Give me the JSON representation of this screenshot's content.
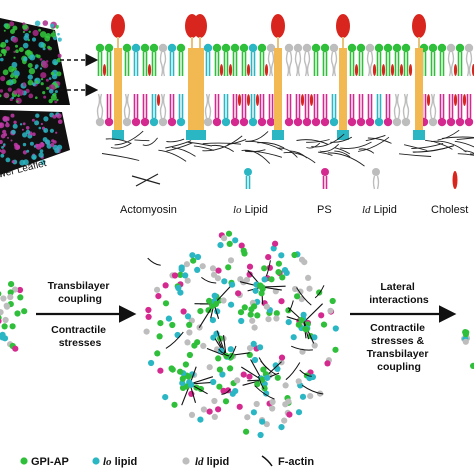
{
  "panel_a": {
    "leaflet_label": "ower Leaflet",
    "legend": {
      "actomyosin": "Actomyosin",
      "lo_italic": "lo",
      "lo_text": " Lipid",
      "ps": "PS",
      "ld_italic": "ld",
      "ld_text": " Lipid",
      "cholesterol": "Cholest"
    }
  },
  "panel_b": {
    "arrow1_top": [
      "Transbilayer",
      "coupling"
    ],
    "arrow1_bottom": [
      "Contractile",
      "stresses"
    ],
    "arrow2_top": [
      "Lateral",
      "interactions"
    ],
    "arrow2_bottom": [
      "Contractile",
      "stresses &",
      "Transbilayer",
      "coupling"
    ]
  },
  "legend_bottom": {
    "gpi": "GPI-AP",
    "lo_italic": "lo",
    "lo_text": " lipid",
    "ld_italic": "ld",
    "ld_text": " lipid",
    "factin": "F-actin"
  },
  "colors": {
    "gpi_green": "#2fbf3a",
    "lo_cyan": "#2bb6c4",
    "ps_magenta": "#d42a8f",
    "ld_gray": "#bdbdbd",
    "cholesterol_red": "#d8261e",
    "protein_orange": "#f2b851"
  }
}
